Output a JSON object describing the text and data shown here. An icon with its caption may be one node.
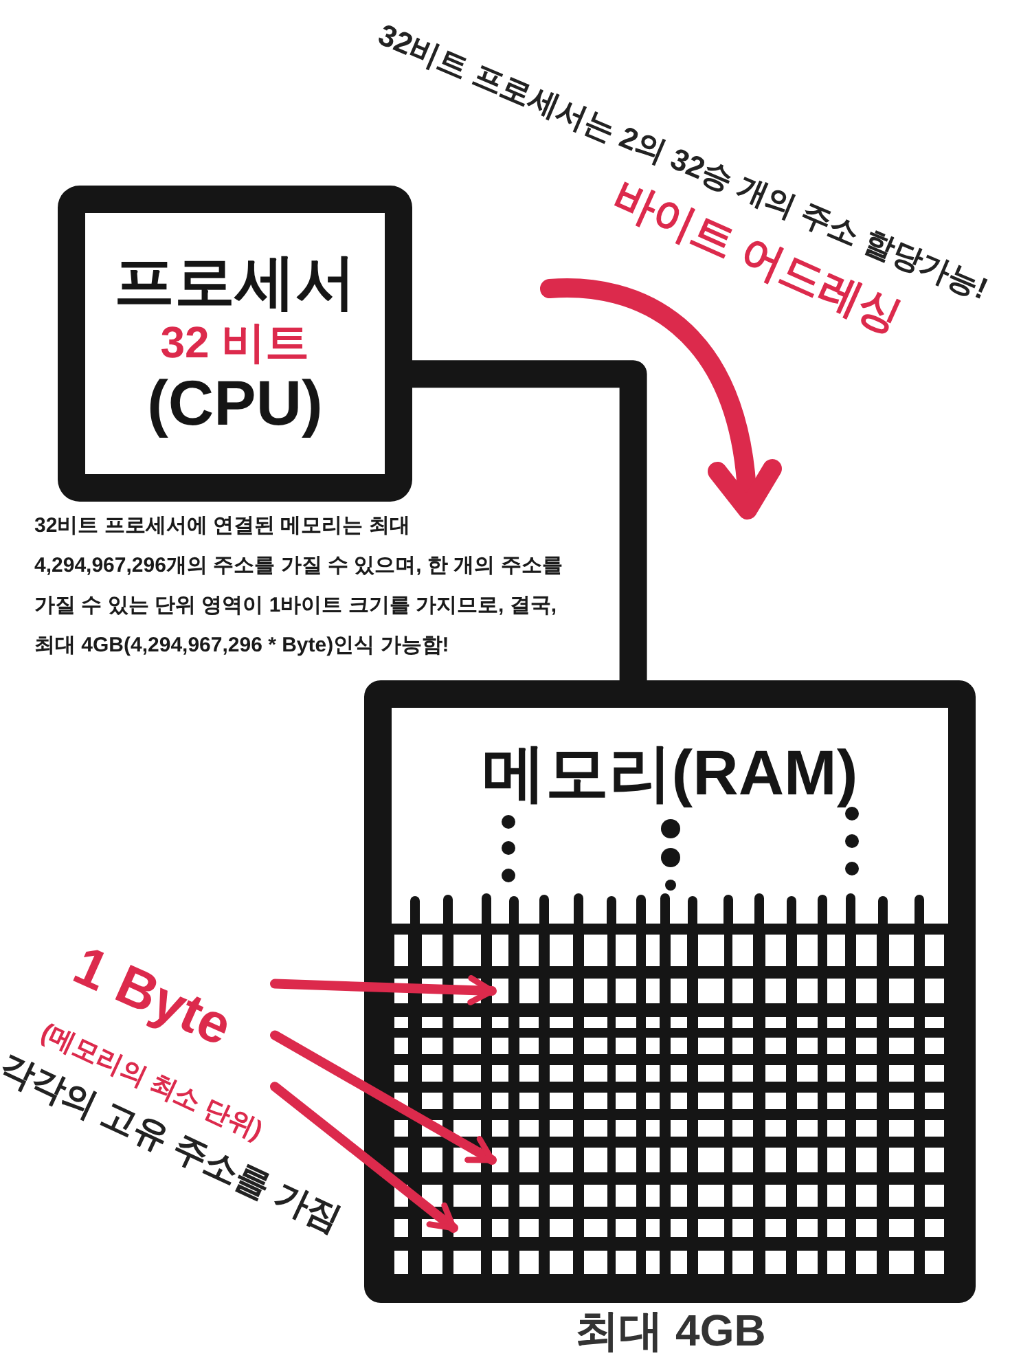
{
  "diagram": {
    "nodes": [
      {
        "text": [
          "프로세서",
          "32 비트",
          "(CPU)"
        ]
      },
      {
        "text": [
          "메모리(RAM)"
        ],
        "beside": [
          "최대 4GB"
        ]
      },
      {
        "text": [
          "1 Byte",
          "(메모리의 최소 단위)"
        ],
        "beside": [
          "각각의 고유 주소를 가짐"
        ]
      },
      {
        "text": [],
        "shape": "box",
        "in": 1
      },
      {
        "text": [],
        "shape": "box",
        "in": 1
      },
      {
        "text": [],
        "shape": "box",
        "in": 1
      }
    ],
    "edges": [
      {
        "from": 0,
        "to": 1,
        "arrow": "none",
        "style": "thick",
        "color": "#151515"
      },
      {
        "from": 2,
        "to": 3,
        "arrow": "to",
        "color": "#dc2a4c"
      },
      {
        "from": 2,
        "to": 4,
        "arrow": "to",
        "color": "#dc2a4c"
      },
      {
        "from": 2,
        "to": 5,
        "arrow": "to",
        "color": "#dc2a4c"
      }
    ],
    "labels": [
      "32비트 프로세서는 2의 32승 개의 주소 할당가능!",
      "바이트 어드레싱",
      "32비트 프로세서에 연결된 메모리는 최대 4,294,967,296개의 주소를 가질 수 있으며, 한 개의 주소를 가질 수 있는 단위 영역이 1바이트 크기를 가지므로, 결국, 최대 4GB(4,294,967,296 * Byte)인식 가능함!"
    ]
  }
}
